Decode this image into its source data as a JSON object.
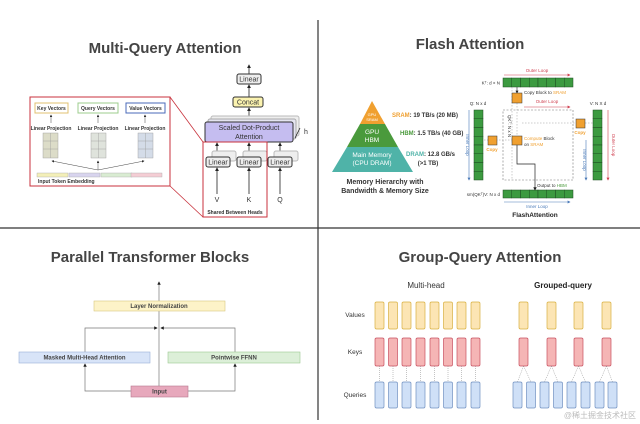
{
  "panels": {
    "mqa": {
      "title": "Multi-Query Attention",
      "key_vectors": "Key Vectors",
      "query_vectors": "Query Vectors",
      "value_vectors": "Value Vectors",
      "linear_projection": "Linear Projection",
      "input_token_embedding": "Input Token Embedding",
      "linear_top": "Linear",
      "concat": "Concat",
      "sdpa_line1": "Scaled Dot-Product",
      "sdpa_line2": "Attention",
      "h": "h",
      "linear": "Linear",
      "v": "V",
      "k": "K",
      "q": "Q",
      "shared": "Shared Between Heads"
    },
    "flash": {
      "title": "Flash Attention",
      "pyramid": {
        "gpu_sram": [
          "GPU",
          "SRAM"
        ],
        "gpu_hbm": [
          "GPU",
          "HBM"
        ],
        "main_memory": [
          "Main Memory",
          "(CPU DRAM)"
        ]
      },
      "sram_label": "SRAM",
      "sram_value": ": 19 TB/s (20 MB)",
      "hbm_label": "HBM",
      "hbm_value": ": 1.5 TB/s (40 GB)",
      "dram_label": "DRAM",
      "dram_value": ": 12.8 GB/s",
      "dram_size": "(>1 TB)",
      "caption1": "Memory Hierarchy with",
      "caption2": "Bandwidth & Memory Size",
      "kt": "Kᵀ: d × N",
      "q": "Q: N x d",
      "v": "V: N X d",
      "qkt": "QKᵀ: N x N",
      "out": "sm(QKᵀ)V: N x d",
      "outer_loop": "Outer Loop",
      "inner_loop": "Inner Loop",
      "copy_block_to": "Copy Block to ",
      "sram": "SRAM",
      "compute": "Compute",
      "block": " Block",
      "on": "on ",
      "copy": "Copy",
      "output_to": "Output to ",
      "hbm": "HBM",
      "caption": "FlashAttention"
    },
    "parallel": {
      "title": "Parallel Transformer Blocks",
      "layer_norm": "Layer Normalization",
      "masked_mha": "Masked Multi-Head Attention",
      "ffnn": "Pointwise FFNN",
      "input": "Input"
    },
    "gqa": {
      "title": "Group-Query Attention",
      "multi_head": "Multi-head",
      "grouped_query": "Grouped-query",
      "values": "Values",
      "keys": "Keys",
      "queries": "Queries"
    }
  },
  "watermark": "@稀土掘金技术社区",
  "colors": {
    "sram_orange": "#f0a030",
    "hbm_green": "#4a9a3c",
    "dram_teal": "#4fb3a8",
    "red": "#c8323c",
    "block_green": "#3c9a40",
    "values_fill": "#fce5b4",
    "keys_fill": "#f5b5b5",
    "queries_fill": "#cfe0f7"
  }
}
